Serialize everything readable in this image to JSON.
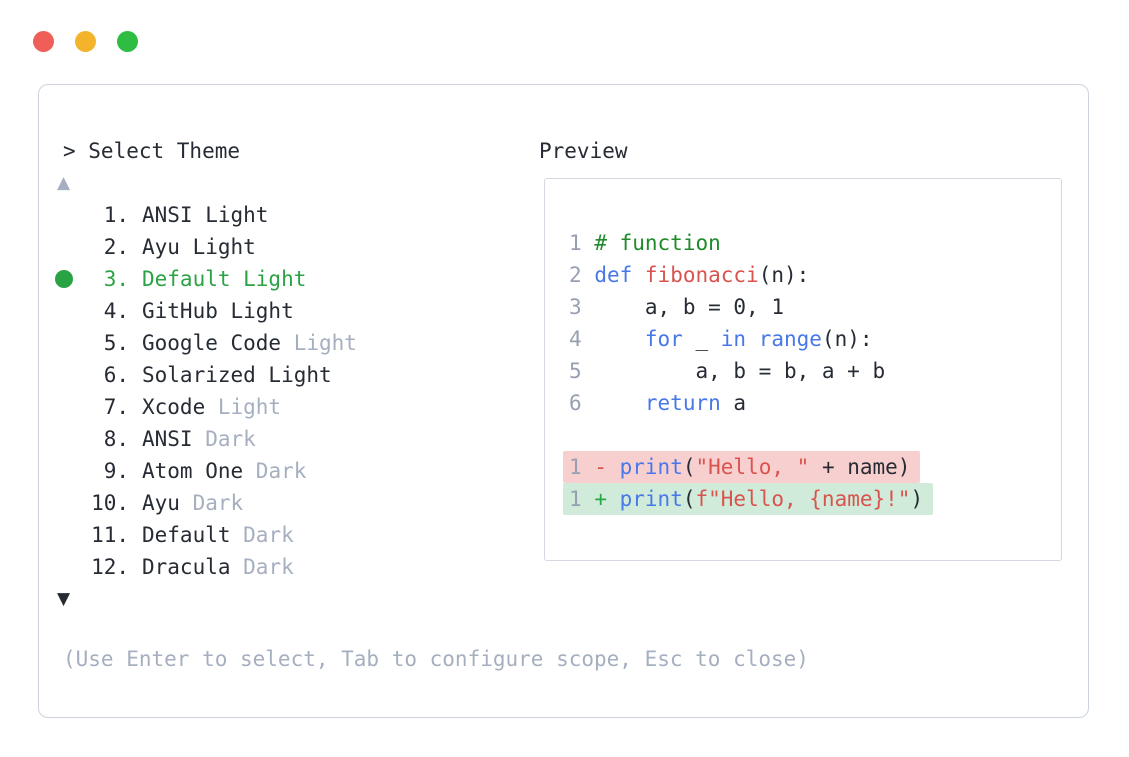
{
  "colors": {
    "text": "#262b34",
    "muted": "#a6afbf",
    "selected-green": "#2aa344",
    "comment-green": "#1f8b2a",
    "keyword-blue": "#4878e8",
    "accent-red": "#d9534f",
    "line-number-gray": "#97a0b0",
    "diff-del-bg": "#f8cfcf",
    "diff-add-bg": "#d0ebda",
    "diff-add-green": "#28a745",
    "border": "#ccd3dd",
    "traffic-red": "#f05f57",
    "traffic-yellow": "#f3b32b",
    "traffic-green": "#2ebd41"
  },
  "theme_picker": {
    "prompt": "> Select Theme",
    "scroll_up_indicator": "▲",
    "scroll_down_indicator": "▼",
    "items": [
      {
        "num": "1.",
        "label": "ANSI Light",
        "suffix": "",
        "selected": false
      },
      {
        "num": "2.",
        "label": "Ayu Light",
        "suffix": "",
        "selected": false
      },
      {
        "num": "3.",
        "label": "Default Light",
        "suffix": "",
        "selected": true
      },
      {
        "num": "4.",
        "label": "GitHub Light",
        "suffix": "",
        "selected": false
      },
      {
        "num": "5.",
        "label": "Google Code",
        "suffix": "Light",
        "selected": false
      },
      {
        "num": "6.",
        "label": "Solarized Light",
        "suffix": "",
        "selected": false
      },
      {
        "num": "7.",
        "label": "Xcode",
        "suffix": "Light",
        "selected": false
      },
      {
        "num": "8.",
        "label": "ANSI",
        "suffix": "Dark",
        "selected": false
      },
      {
        "num": "9.",
        "label": "Atom One",
        "suffix": "Dark",
        "selected": false
      },
      {
        "num": "10.",
        "label": "Ayu",
        "suffix": "Dark",
        "selected": false
      },
      {
        "num": "11.",
        "label": "Default",
        "suffix": "Dark",
        "selected": false
      },
      {
        "num": "12.",
        "label": "Dracula",
        "suffix": "Dark",
        "selected": false
      }
    ],
    "help_text": "(Use Enter to select, Tab to configure scope, Esc to close)"
  },
  "preview": {
    "title": "Preview",
    "code_lines": [
      {
        "num": "1",
        "diff": "",
        "sign": "",
        "segments": [
          {
            "c": "comment",
            "t": "# function"
          }
        ]
      },
      {
        "num": "2",
        "diff": "",
        "sign": "",
        "segments": [
          {
            "c": "kw",
            "t": "def"
          },
          {
            "c": "plain",
            "t": " "
          },
          {
            "c": "fn",
            "t": "fibonacci"
          },
          {
            "c": "plain",
            "t": "(n):"
          }
        ]
      },
      {
        "num": "3",
        "diff": "",
        "sign": "",
        "segments": [
          {
            "c": "plain",
            "t": "    a, b = 0, 1"
          }
        ]
      },
      {
        "num": "4",
        "diff": "",
        "sign": "",
        "segments": [
          {
            "c": "plain",
            "t": "    "
          },
          {
            "c": "kw",
            "t": "for"
          },
          {
            "c": "plain",
            "t": " _ "
          },
          {
            "c": "kw",
            "t": "in"
          },
          {
            "c": "plain",
            "t": " "
          },
          {
            "c": "kw",
            "t": "range"
          },
          {
            "c": "plain",
            "t": "(n):"
          }
        ]
      },
      {
        "num": "5",
        "diff": "",
        "sign": "",
        "segments": [
          {
            "c": "plain",
            "t": "        a, b = b, a + b"
          }
        ]
      },
      {
        "num": "6",
        "diff": "",
        "sign": "",
        "segments": [
          {
            "c": "plain",
            "t": "    "
          },
          {
            "c": "kw",
            "t": "return"
          },
          {
            "c": "plain",
            "t": " a"
          }
        ]
      },
      {
        "num": "",
        "diff": "",
        "sign": "",
        "segments": []
      },
      {
        "num": "1",
        "diff": "del",
        "sign": "-",
        "segments": [
          {
            "c": "kw",
            "t": "print"
          },
          {
            "c": "plain",
            "t": "("
          },
          {
            "c": "str",
            "t": "\"Hello, \""
          },
          {
            "c": "plain",
            "t": " + name)"
          }
        ]
      },
      {
        "num": "1",
        "diff": "add",
        "sign": "+",
        "segments": [
          {
            "c": "kw",
            "t": "print"
          },
          {
            "c": "plain",
            "t": "("
          },
          {
            "c": "str",
            "t": "f\"Hello, {name}!\""
          },
          {
            "c": "plain",
            "t": ")"
          }
        ]
      }
    ]
  }
}
